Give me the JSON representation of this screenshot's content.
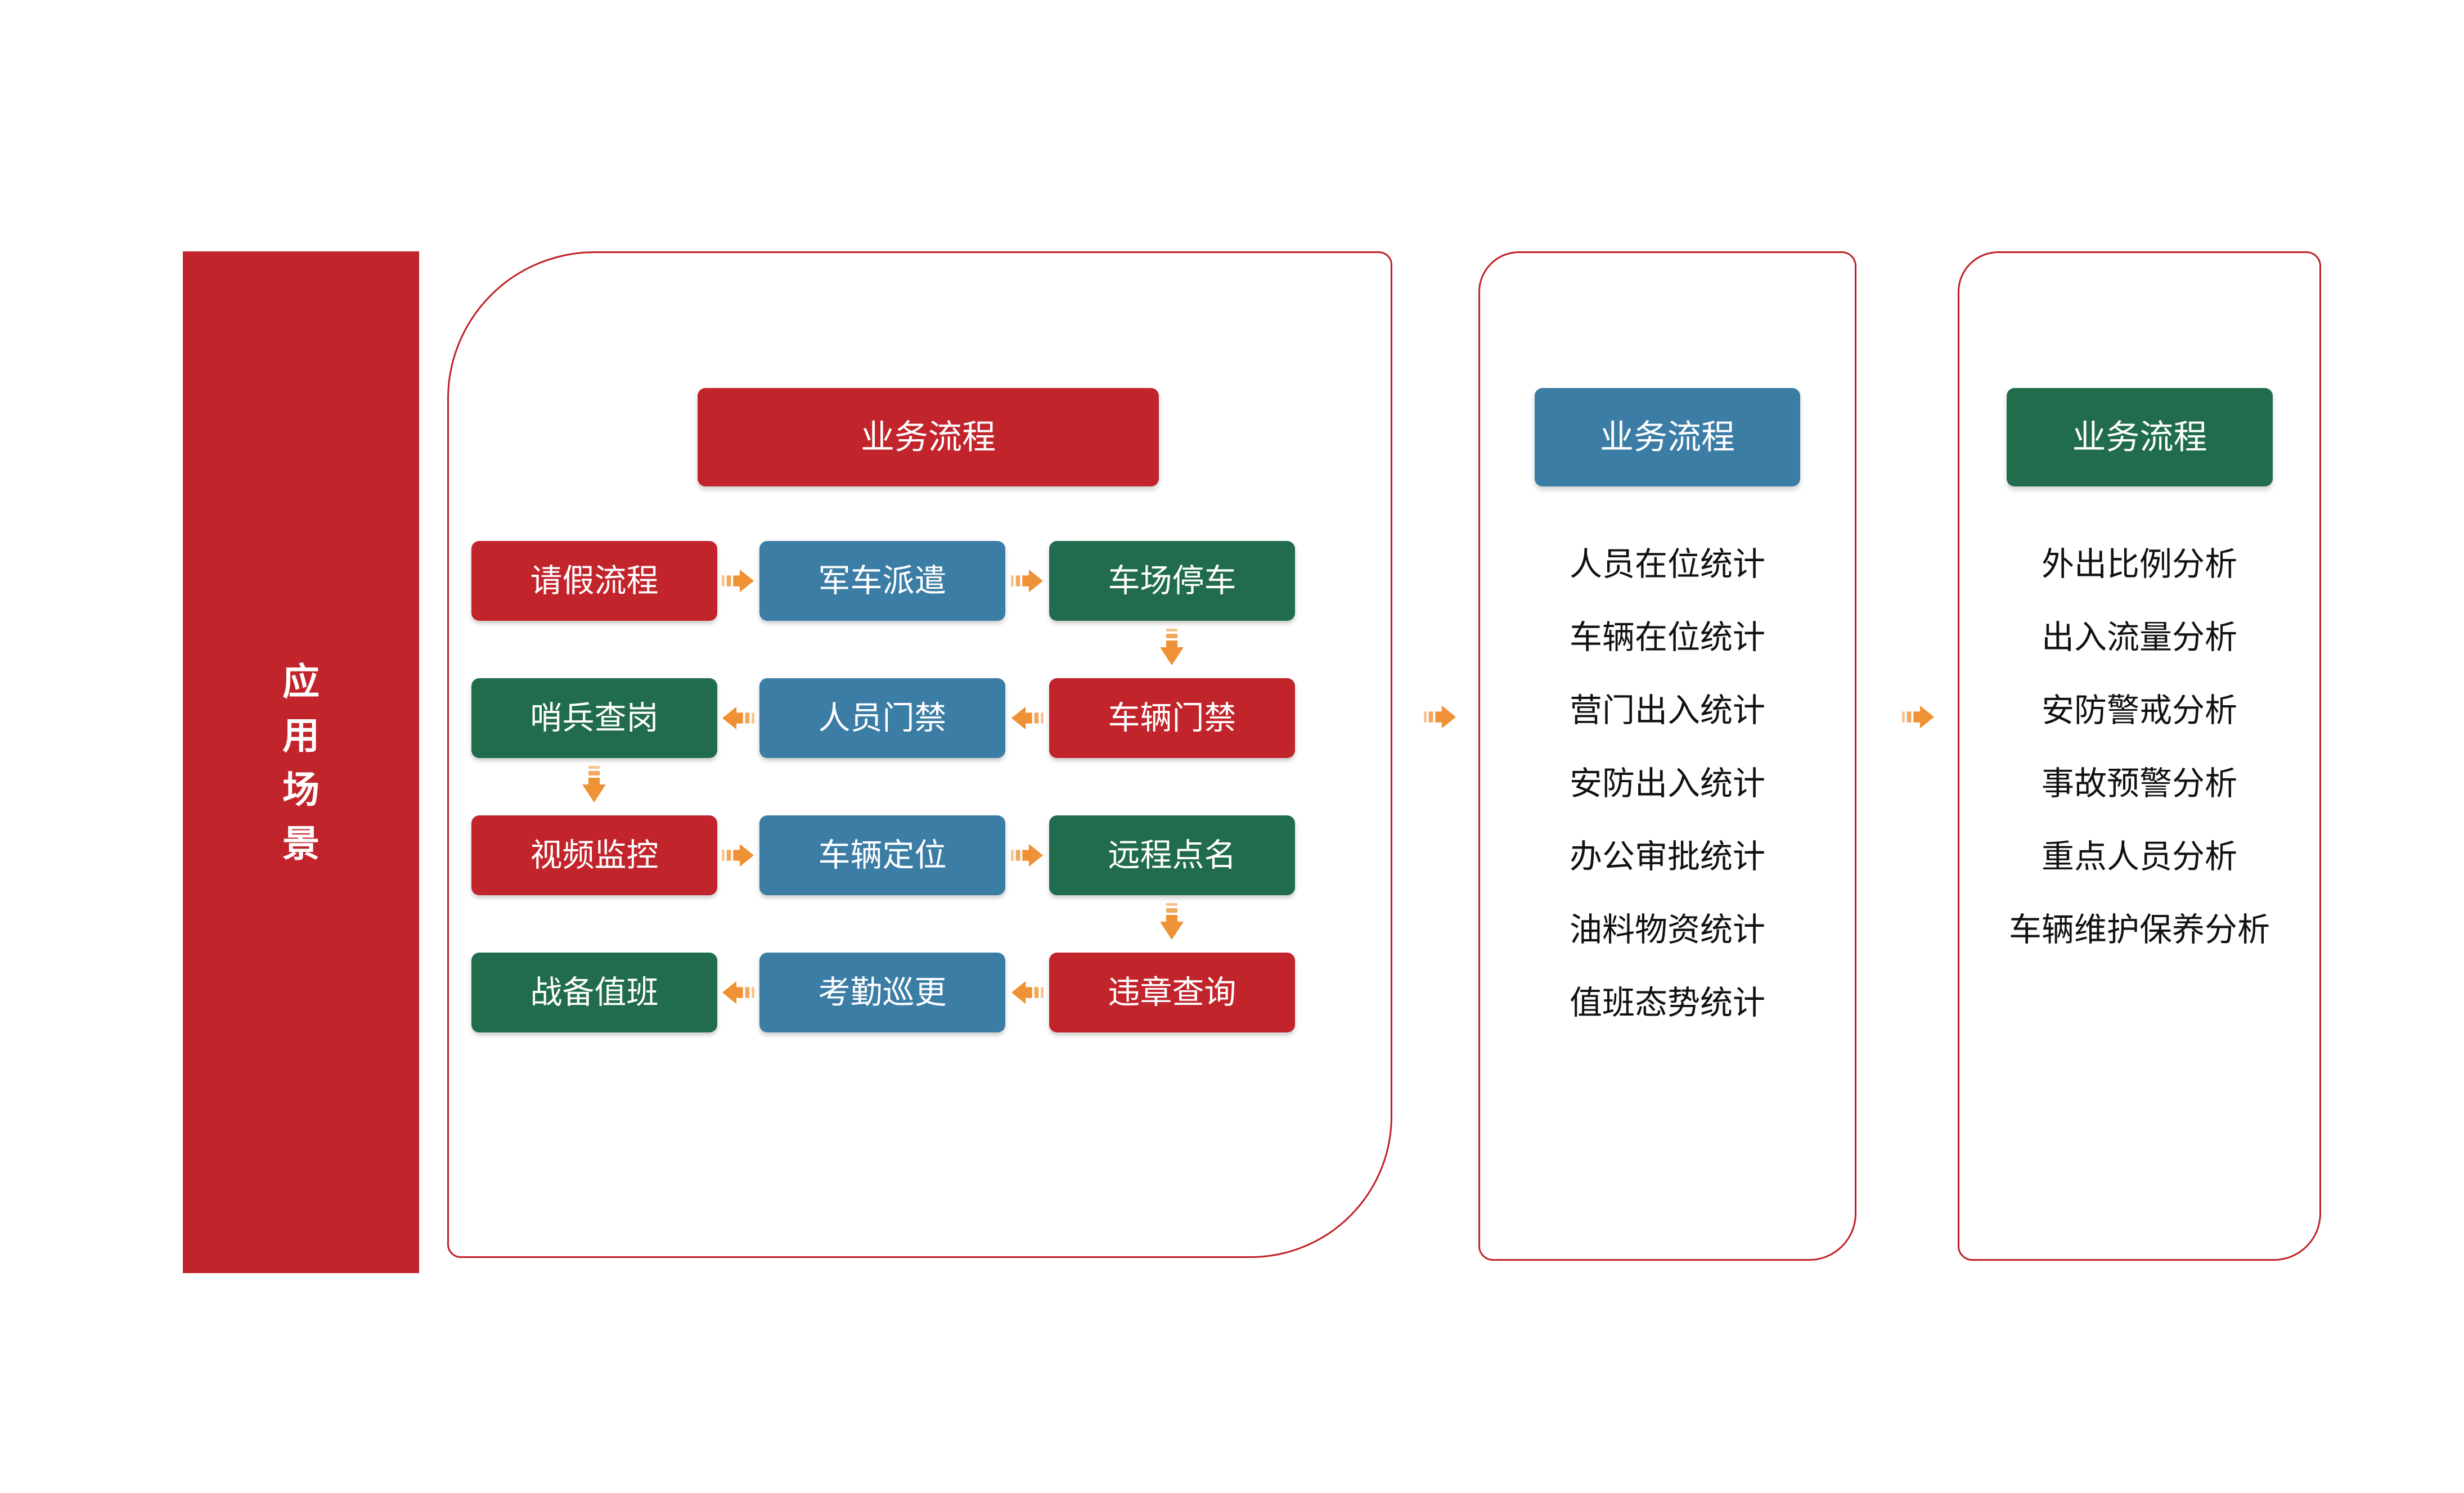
{
  "colors": {
    "red": "#C2242C",
    "blue": "#3C7DA6",
    "green": "#206C4C",
    "orange_arrow": "#EF9135",
    "panel_border": "#C02026",
    "list_text": "#111111",
    "box_text": "#FFFFFF"
  },
  "left_bar": {
    "label": "应用场景"
  },
  "main_panel": {
    "header": "业务流程",
    "rows": [
      {
        "direction": "right",
        "boxes": [
          {
            "label": "请假流程",
            "color": "red"
          },
          {
            "label": "军车派遣",
            "color": "blue"
          },
          {
            "label": "车场停车",
            "color": "green"
          }
        ]
      },
      {
        "direction": "left",
        "boxes": [
          {
            "label": "哨兵查岗",
            "color": "green"
          },
          {
            "label": "人员门禁",
            "color": "blue"
          },
          {
            "label": "车辆门禁",
            "color": "red"
          }
        ]
      },
      {
        "direction": "right",
        "boxes": [
          {
            "label": "视频监控",
            "color": "red"
          },
          {
            "label": "车辆定位",
            "color": "blue"
          },
          {
            "label": "远程点名",
            "color": "green"
          }
        ]
      },
      {
        "direction": "left",
        "boxes": [
          {
            "label": "战备值班",
            "color": "green"
          },
          {
            "label": "考勤巡更",
            "color": "blue"
          },
          {
            "label": "违章查询",
            "color": "red"
          }
        ]
      }
    ]
  },
  "stats_panel": {
    "header": "业务流程",
    "items": [
      "人员在位统计",
      "车辆在位统计",
      "营门出入统计",
      "安防出入统计",
      "办公审批统计",
      "油料物资统计",
      "值班态势统计"
    ]
  },
  "analysis_panel": {
    "header": "业务流程",
    "items": [
      "外出比例分析",
      "出入流量分析",
      "安防警戒分析",
      "事故预警分析",
      "重点人员分析",
      "车辆维护保养分析"
    ]
  }
}
